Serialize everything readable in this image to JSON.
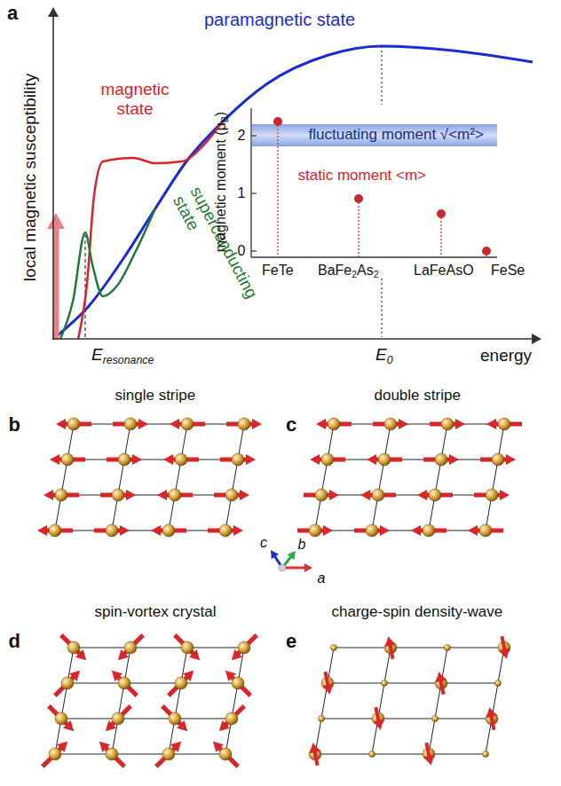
{
  "diagram": {
    "labels": [
      "a",
      "local magnetic susceptibility",
      "paramagnetic state",
      "magnetic state",
      "superconducting state",
      "magnetic moment (μB)",
      "2",
      "1",
      "0",
      "fluctuating moment √<m²>",
      "static moment <m>",
      "FeTe",
      "BaFe2As2",
      "LaFeAsO",
      "FeSe",
      "Eresonance",
      "E0",
      "energy",
      "single stripe",
      "double stripe",
      "b",
      "c",
      "c",
      "b",
      "a",
      "spin-vortex crystal",
      "charge-spin density-wave",
      "d",
      "e"
    ]
  }
}
